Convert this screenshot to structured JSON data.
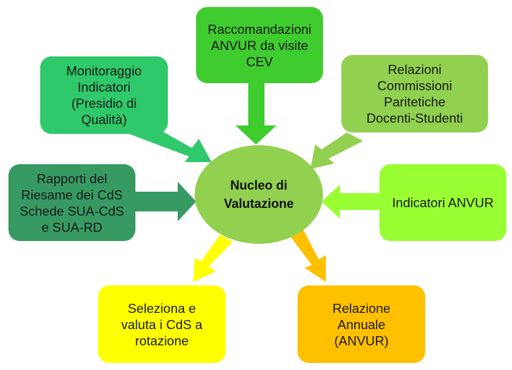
{
  "diagram": {
    "center": {
      "line1": "Nucleo di",
      "line2": "Valutazione",
      "color": "#92d050"
    },
    "inputs": [
      {
        "id": "raccomandazioni",
        "lines": [
          "Raccomandazioni",
          "ANVUR da visite",
          "CEV"
        ],
        "color": "#3fcc2f",
        "arrow": "into-center"
      },
      {
        "id": "monitoraggio",
        "lines": [
          "Monitoraggio",
          "Indicatori",
          "(Presidio di",
          "Qualità)"
        ],
        "color": "#2fc86a",
        "arrow": "into-center"
      },
      {
        "id": "relazioni-commissioni",
        "lines": [
          "Relazioni",
          "Commissioni",
          "Paritetiche",
          "Docenti-Studenti"
        ],
        "color": "#92d050",
        "arrow": "into-center"
      },
      {
        "id": "rapporti-riesame",
        "lines": [
          "Rapporti del",
          "Riesame dei CdS",
          "Schede SUA-CdS",
          "e SUA-RD"
        ],
        "color": "#379a63",
        "arrow": "into-center"
      },
      {
        "id": "indicatori-anvur",
        "lines": [
          "Indicatori ANVUR"
        ],
        "color": "#99ff33",
        "arrow": "into-center"
      }
    ],
    "outputs": [
      {
        "id": "seleziona",
        "lines": [
          "Seleziona e",
          "valuta i CdS a",
          "rotazione"
        ],
        "color": "#ffff00",
        "arrow": "out-of-center"
      },
      {
        "id": "relazione-annuale",
        "lines": [
          "Relazione",
          "Annuale",
          "(ANVUR)"
        ],
        "color": "#ffc000",
        "arrow": "out-of-center"
      }
    ]
  }
}
